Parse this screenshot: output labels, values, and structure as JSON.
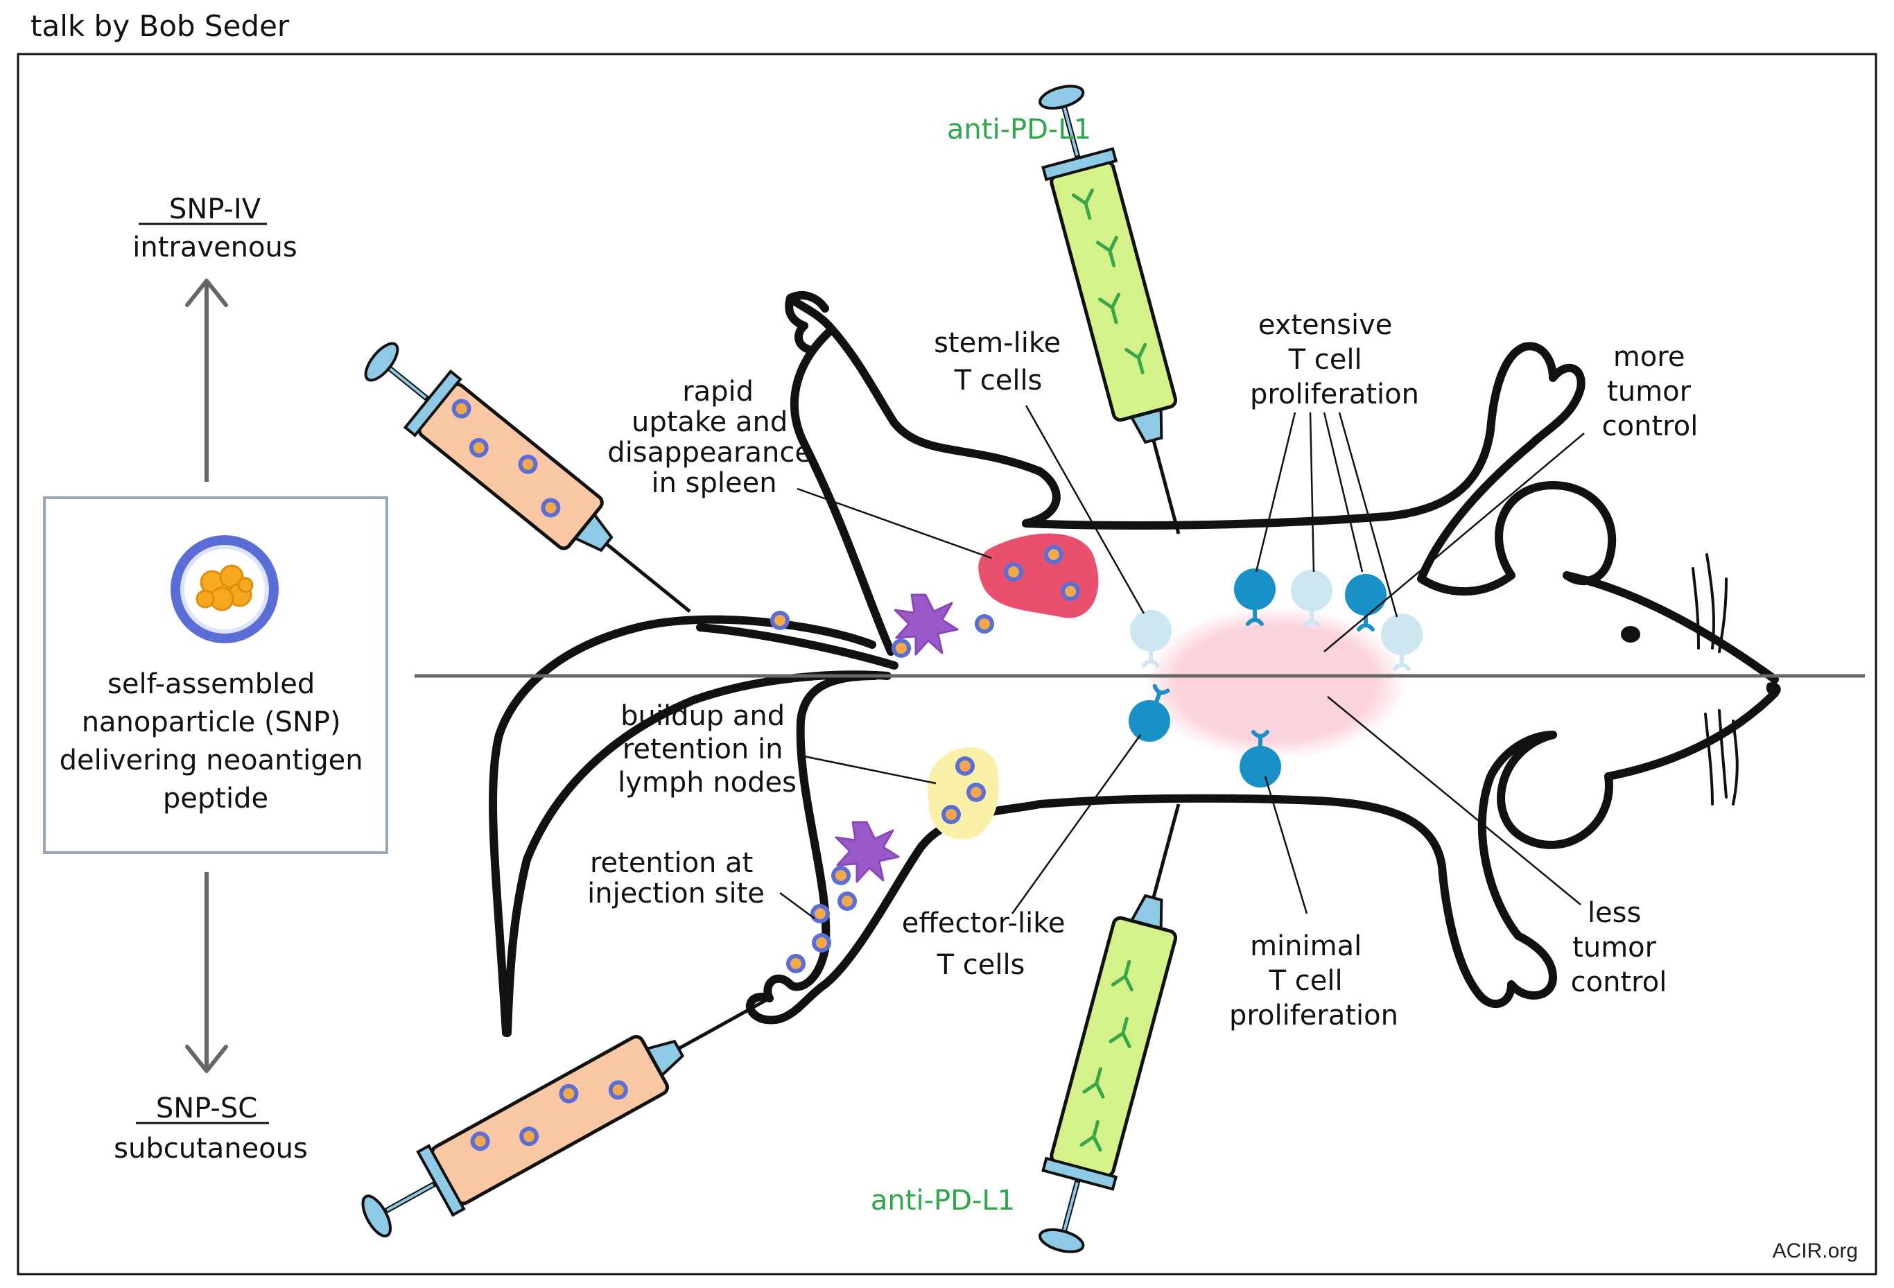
{
  "credit": "talk by Bob Seder",
  "website": "ACIR.org",
  "routes": {
    "iv": {
      "title": "SNP-IV",
      "subtitle": "intravenous"
    },
    "sc": {
      "title": "SNP-SC",
      "subtitle": "subcutaneous"
    }
  },
  "snp_box": [
    "self-assembled",
    "nanoparticle (SNP)",
    "delivering neoantigen",
    "peptide"
  ],
  "drug": {
    "top": "anti-PD-L1",
    "bottom": "anti-PD-L1"
  },
  "labels": {
    "spleen": [
      "rapid",
      "uptake and",
      "disappearance",
      "in spleen"
    ],
    "stem_like": [
      "stem-like",
      "T cells"
    ],
    "extensive": [
      "extensive",
      "T cell",
      "proliferation"
    ],
    "more_tumor": [
      "more",
      "tumor",
      "control"
    ],
    "lymph": [
      "buildup and",
      "retention in",
      "lymph nodes"
    ],
    "injection": [
      "retention at",
      "injection site"
    ],
    "effector": [
      "effector-like",
      "T cells"
    ],
    "minimal": [
      "minimal",
      "T cell",
      "proliferation"
    ],
    "less_tumor": [
      "less",
      "tumor",
      "control"
    ]
  },
  "colors": {
    "antibody_syringe": "#d5f28a",
    "snp_syringe": "#f9c7a3",
    "needle_hub": "#8ec9e6",
    "spleen": "#e8506d",
    "lymph_node": "#faf0a8",
    "tumor": "#fbd3dc",
    "t_cell_dark": "#1a90c8",
    "t_cell_light": "#cce7f2",
    "dendritic_cell": "#9a59c9",
    "anti_pd_l1_text": "#2aa84a"
  }
}
